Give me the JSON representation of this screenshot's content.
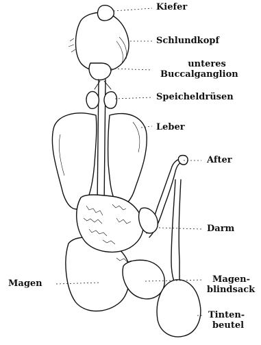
{
  "labels": {
    "kiefer": "Kiefer",
    "schlundkopf": "Schlundkopf",
    "buccal_line1": "unteres",
    "buccal_line2": "Buccalganglion",
    "speicheldruesen": "Speicheldrüsen",
    "leber": "Leber",
    "after": "After",
    "darm": "Darm",
    "magen": "Magen",
    "magenblindsack_line1": "Magen-",
    "magenblindsack_line2": "blindsack",
    "tintenbeutel_line1": "Tinten-",
    "tintenbeutel_line2": "beutel"
  }
}
